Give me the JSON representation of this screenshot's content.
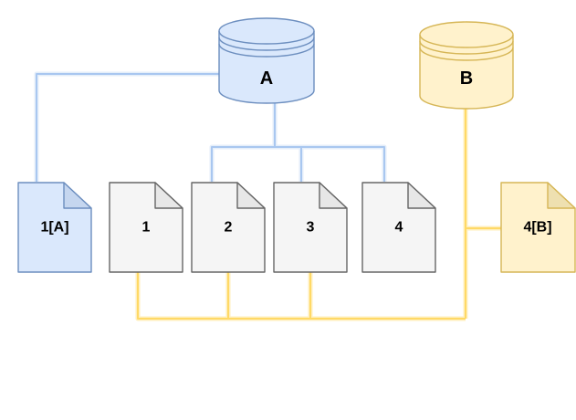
{
  "diagram": {
    "background": "#ffffff",
    "label_color": "#000000",
    "palette": {
      "blue": {
        "fill": "#dae8fc",
        "fold": "#c5d6ef",
        "stroke": "#6c8ebf",
        "line": "#a9c7f0",
        "halo": "#e4eefa"
      },
      "yellow": {
        "fill": "#fff2cc",
        "fold": "#eee0b0",
        "stroke": "#d6b656",
        "line": "#ffd966",
        "halo": "#ffefbd"
      },
      "gray": {
        "fill": "#f5f5f5",
        "fold": "#e7e7e7",
        "stroke": "#666666"
      }
    },
    "nodes": [
      {
        "id": "database-a",
        "type": "database",
        "label": "A",
        "scheme": "blue"
      },
      {
        "id": "database-b",
        "type": "database",
        "label": "B",
        "scheme": "yellow"
      },
      {
        "id": "document-1a",
        "type": "document",
        "label": "1[A]",
        "scheme": "blue"
      },
      {
        "id": "document-1",
        "type": "document",
        "label": "1",
        "scheme": "gray"
      },
      {
        "id": "document-2",
        "type": "document",
        "label": "2",
        "scheme": "gray"
      },
      {
        "id": "document-3",
        "type": "document",
        "label": "3",
        "scheme": "gray"
      },
      {
        "id": "document-4",
        "type": "document",
        "label": "4",
        "scheme": "gray"
      },
      {
        "id": "document-4b",
        "type": "document",
        "label": "4[B]",
        "scheme": "yellow"
      }
    ],
    "edges": [
      {
        "from": "A",
        "to": "1[A]",
        "color": "blue"
      },
      {
        "from": "A",
        "to": "2",
        "color": "blue"
      },
      {
        "from": "A",
        "to": "3",
        "color": "blue"
      },
      {
        "from": "A",
        "to": "4",
        "color": "blue"
      },
      {
        "from": "B",
        "to": "1",
        "color": "yellow"
      },
      {
        "from": "B",
        "to": "2",
        "color": "yellow"
      },
      {
        "from": "B",
        "to": "3",
        "color": "yellow"
      },
      {
        "from": "B",
        "to": "4[B]",
        "color": "yellow"
      }
    ]
  }
}
